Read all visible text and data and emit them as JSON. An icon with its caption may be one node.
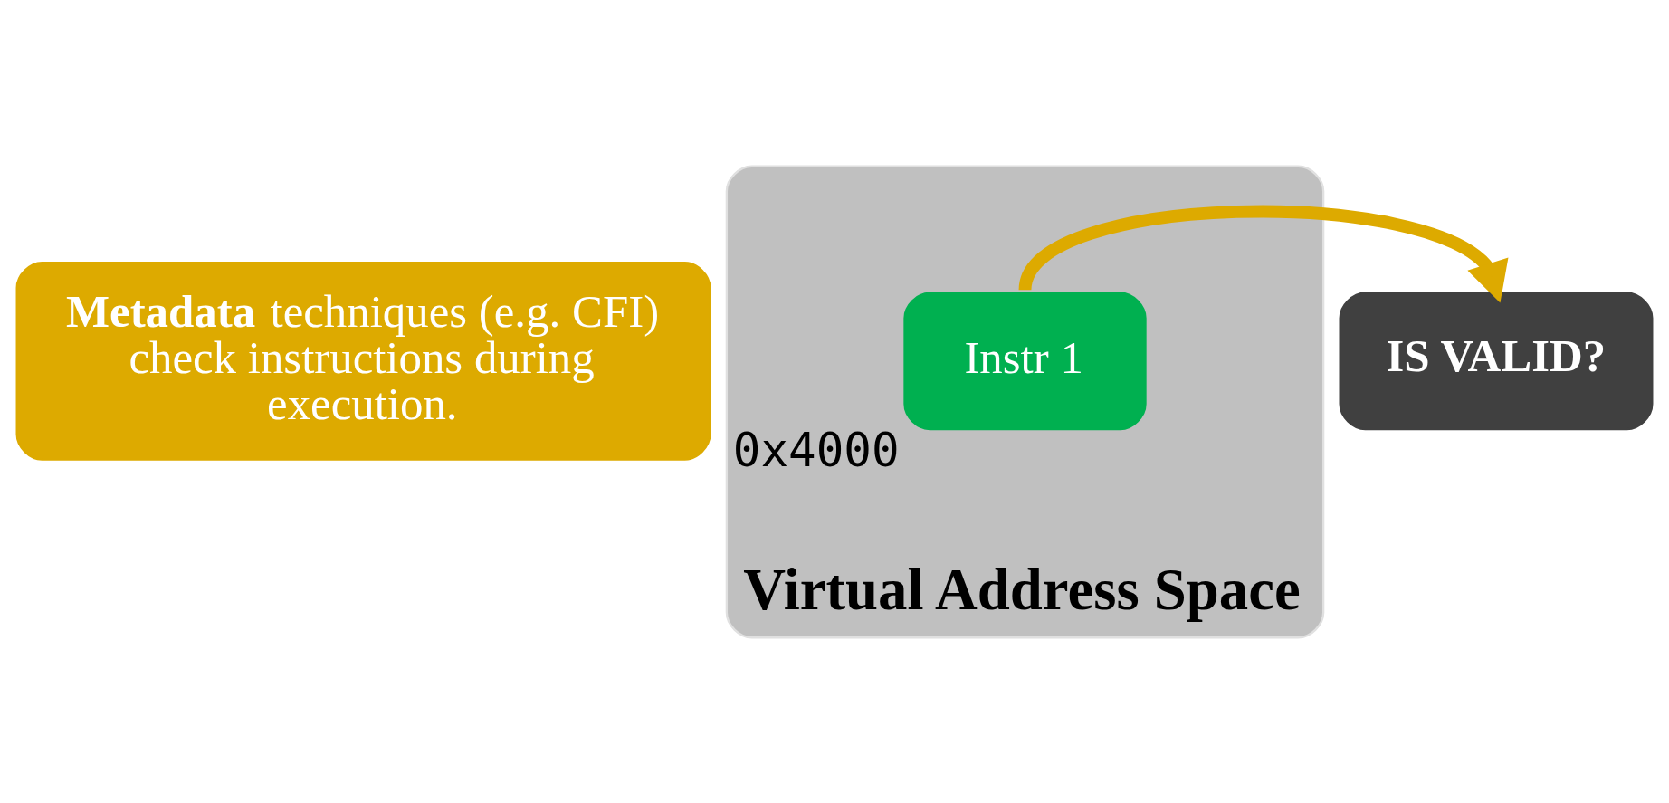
{
  "diagram": {
    "nodes": [
      {
        "text": [
          "**Metadata** techniques (e.g. CFI) check instructions during execution."
        ]
      },
      {
        "text": [
          "Virtual Address Space"
        ]
      },
      {
        "text": [
          "Instr 1"
        ],
        "in": 1,
        "beside": [
          "0x4000"
        ]
      },
      {
        "text": [
          "IS VALID?"
        ]
      }
    ],
    "edges": [
      {
        "from": 2,
        "to": 3,
        "arrow": "to",
        "color": "#ddaa00"
      }
    ]
  }
}
